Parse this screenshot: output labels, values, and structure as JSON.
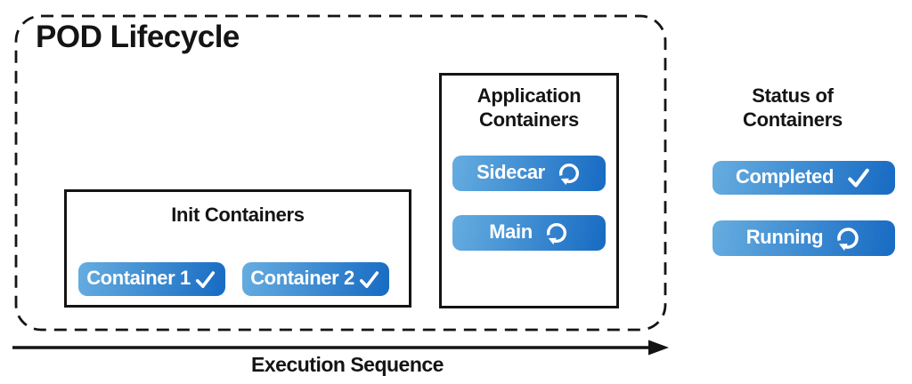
{
  "colors": {
    "background": "#ffffff",
    "ink": "#141414",
    "pill_grad_start": "#66ade0",
    "pill_grad_end": "#1a6dc4",
    "pill_text": "#ffffff"
  },
  "pod": {
    "title": "POD Lifecycle",
    "init_box": {
      "title": "Init Containers",
      "buttons": [
        {
          "label": "Container 1",
          "status": "completed",
          "icon": "check-icon"
        },
        {
          "label": "Container 2",
          "status": "completed",
          "icon": "check-icon"
        }
      ]
    },
    "app_box": {
      "title_line1": "Application",
      "title_line2": "Containers",
      "buttons": [
        {
          "label": "Sidecar",
          "status": "running",
          "icon": "refresh-icon"
        },
        {
          "label": "Main",
          "status": "running",
          "icon": "refresh-icon"
        }
      ]
    }
  },
  "legend": {
    "title_line1": "Status of",
    "title_line2": "Containers",
    "items": [
      {
        "label": "Completed",
        "status": "completed",
        "icon": "check-icon"
      },
      {
        "label": "Running",
        "status": "running",
        "icon": "refresh-icon"
      }
    ]
  },
  "flow": {
    "label": "Execution Sequence"
  }
}
